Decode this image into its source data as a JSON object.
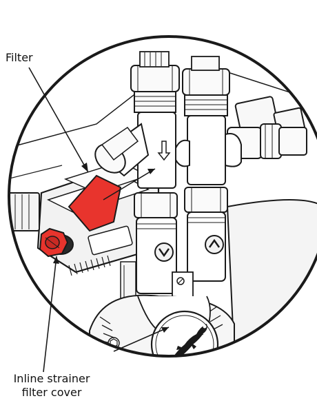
{
  "labels": {
    "filter": "Filter",
    "strainer_line1": "Inline strainer",
    "strainer_line2": "filter cover"
  },
  "colors": {
    "highlight_red": "#e8342d",
    "outline": "#1a1a1a",
    "panel_grey": "#f2f2f2",
    "background": "#ffffff"
  },
  "icons": [
    "check-valve-icon",
    "flow-arrow-icon",
    "lizard-logo-icon"
  ]
}
